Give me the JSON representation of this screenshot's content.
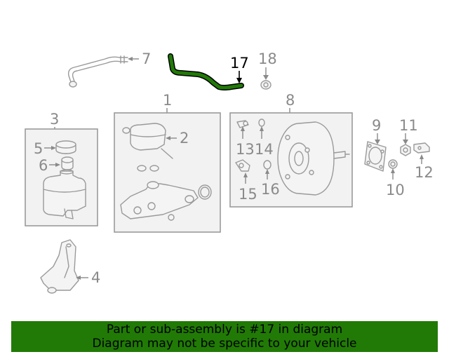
{
  "diagram": {
    "highlight_color": "#217a06",
    "highlighted_part": "17",
    "callouts": {
      "c1": "1",
      "c2": "2",
      "c3": "3",
      "c4": "4",
      "c5": "5",
      "c6": "6",
      "c7": "7",
      "c8": "8",
      "c9": "9",
      "c10": "10",
      "c11": "11",
      "c12": "12",
      "c13": "13",
      "c14": "14",
      "c15": "15",
      "c16": "16",
      "c17": "17",
      "c18": "18"
    }
  },
  "banner": {
    "line1": "Part or sub-assembly is #17 in diagram",
    "line2": "Diagram may not be specific to your vehicle"
  }
}
